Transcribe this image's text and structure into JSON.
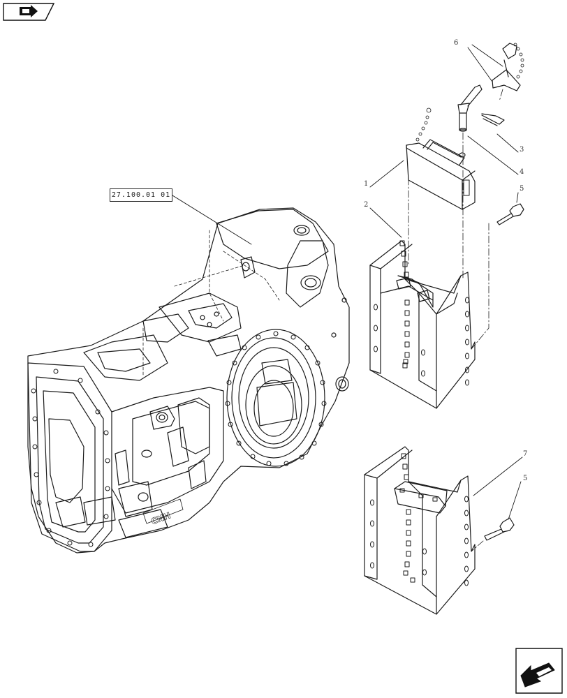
{
  "reference_label": "27.100.01 01",
  "callouts": {
    "c1": "1",
    "c2": "2",
    "c3": "3",
    "c4": "4",
    "c5a": "5",
    "c5b": "5",
    "c6": "6",
    "c7": "7"
  },
  "housing_logo": "CNH",
  "icons": {
    "top": "arrow-right-icon",
    "bottom": "arrow-left-icon"
  }
}
